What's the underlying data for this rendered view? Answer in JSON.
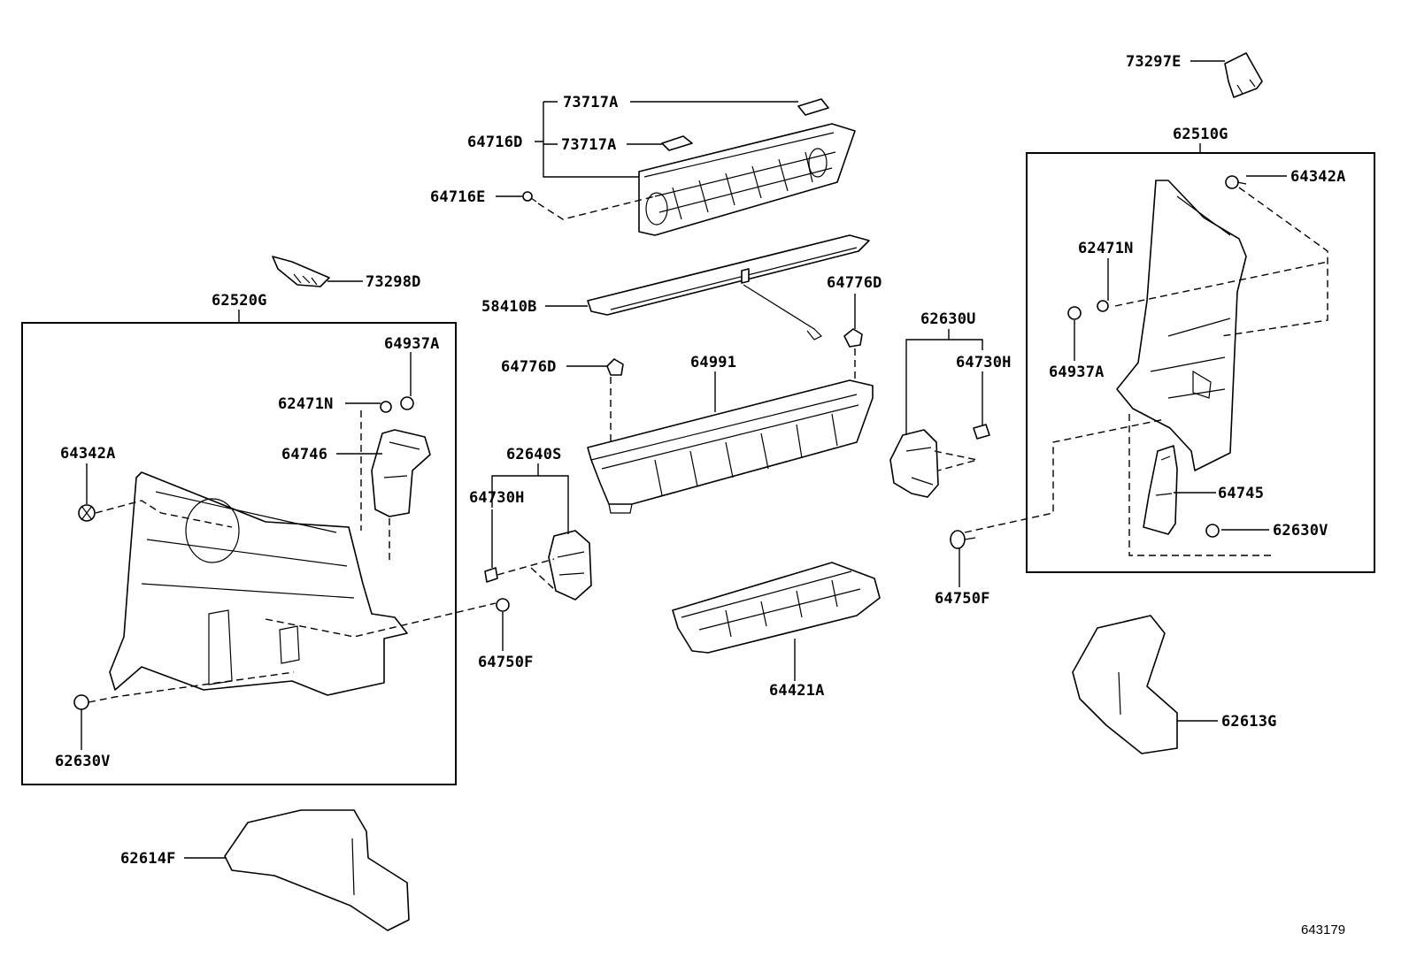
{
  "labels": {
    "p73297E": "73297E",
    "p73717A_top": "73717A",
    "p64716D": "64716D",
    "p73717A_mid": "73717A",
    "p64716E": "64716E",
    "p62510G": "62510G",
    "p64342A_right": "64342A",
    "p62471N_right": "62471N",
    "p64937A_right": "64937A",
    "p73298D": "73298D",
    "p62520G": "62520G",
    "p58410B": "58410B",
    "p64776D_right": "64776D",
    "p62630U": "62630U",
    "p64730H_right": "64730H",
    "p64937A_left": "64937A",
    "p62471N_left": "62471N",
    "p64776D_left": "64776D",
    "p64991": "64991",
    "p64342A_left": "64342A",
    "p64746": "64746",
    "p62640S": "62640S",
    "p64730H_left": "64730H",
    "p64745": "64745",
    "p62630V_right": "62630V",
    "p64750F_right": "64750F",
    "p64750F_left": "64750F",
    "p64421A": "64421A",
    "p62613G": "62613G",
    "p62630V_left": "62630V",
    "p62614F": "62614F"
  },
  "reference_number": "643179"
}
